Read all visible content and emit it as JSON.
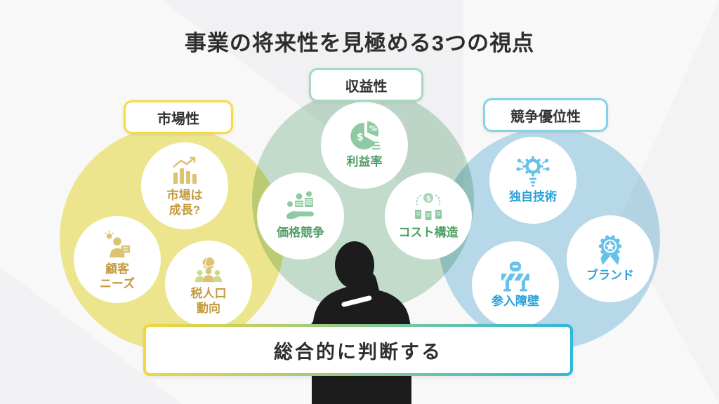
{
  "slide": {
    "title": "事業の将来性を見極める3つの視点",
    "conclusion": "総合的に判断する",
    "center_figure": "thinking-businessman-silhouette"
  },
  "colors": {
    "market_circle": "#f3e97e",
    "profit_circle": "#c5e1ce",
    "advantage_circle": "#b9ddee",
    "market_border": "#f6dd3d",
    "profit_border": "#a6dabc",
    "advantage_border": "#86d2ea",
    "market_text": "#c49b3f",
    "profit_text": "#4f9f66",
    "advantage_text": "#2aa0d8",
    "conclusion_gradient": [
      "#f1d73e",
      "#8cc98b",
      "#2fb9da"
    ],
    "title_text": "#2d2d2d"
  },
  "groups": [
    {
      "label": "市場性",
      "items": [
        {
          "label": "市場は\n成長?",
          "icon": "growth-chart-icon"
        },
        {
          "label": "顧客\nニーズ",
          "icon": "customer-needs-icon"
        },
        {
          "label": "税人口\n動向",
          "icon": "population-trend-icon"
        }
      ]
    },
    {
      "label": "収益性",
      "items": [
        {
          "label": "利益率",
          "icon": "profit-pie-icon"
        },
        {
          "label": "価格競争",
          "icon": "price-competition-icon"
        },
        {
          "label": "コスト構造",
          "icon": "cost-structure-icon"
        }
      ]
    },
    {
      "label": "競争優位性",
      "items": [
        {
          "label": "独自技術",
          "icon": "unique-technology-icon"
        },
        {
          "label": "参入障壁",
          "icon": "entry-barrier-icon"
        },
        {
          "label": "ブランド",
          "icon": "brand-medal-icon"
        }
      ]
    }
  ]
}
